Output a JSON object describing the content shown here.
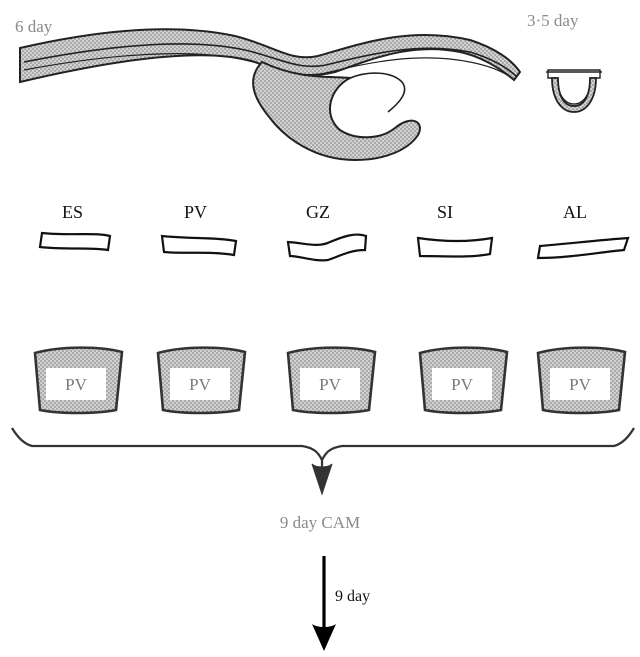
{
  "header": {
    "left_label": "6 day",
    "right_label": "3·5 day"
  },
  "regions": [
    {
      "abbr": "ES"
    },
    {
      "abbr": "PV"
    },
    {
      "abbr": "GZ"
    },
    {
      "abbr": "SI"
    },
    {
      "abbr": "AL"
    }
  ],
  "explants": [
    {
      "label": "PV"
    },
    {
      "label": "PV"
    },
    {
      "label": "PV"
    },
    {
      "label": "PV"
    },
    {
      "label": "PV"
    }
  ],
  "graft": {
    "label": "9 day CAM"
  },
  "incubation": {
    "label": "9 day"
  },
  "colors": {
    "outline": "#222222",
    "stipple": "#b8b8b8",
    "faded_text": "#8a8a8a"
  }
}
